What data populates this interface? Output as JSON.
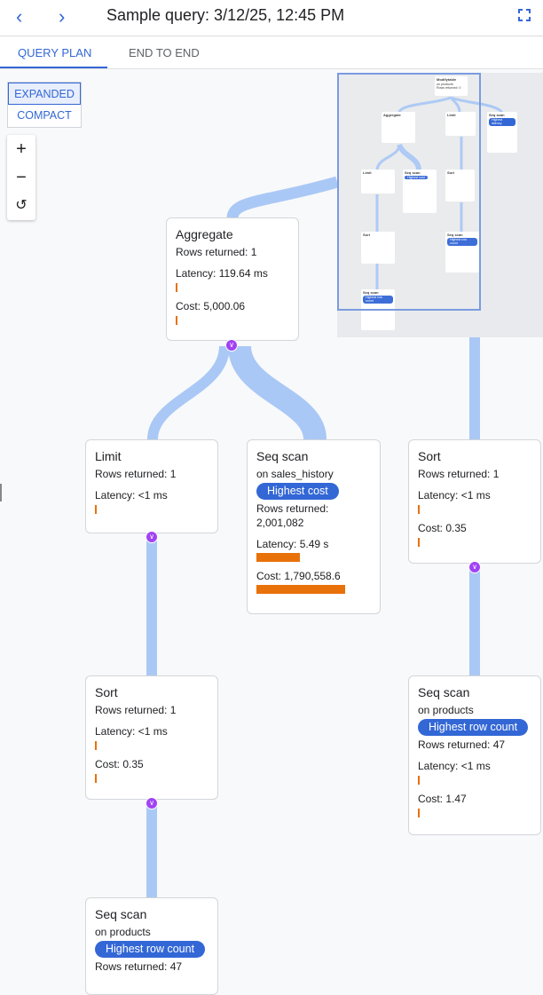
{
  "header": {
    "title": "Sample query: 3/12/25, 12:45 PM",
    "back_icon": "chevron-left-icon",
    "forward_icon": "chevron-right-icon",
    "fullscreen_icon": "fullscreen-icon"
  },
  "tabs": [
    {
      "label": "QUERY PLAN",
      "active": true
    },
    {
      "label": "END TO END",
      "active": false
    }
  ],
  "view_mode": {
    "options": [
      "EXPANDED",
      "COMPACT"
    ],
    "selected": "EXPANDED"
  },
  "zoom_controls": {
    "zoom_in": "+",
    "zoom_out": "−",
    "reset": "↺"
  },
  "colors": {
    "accent": "#3367d6",
    "edge": "#aac8f5",
    "metric_bar": "#e8710a",
    "expand_dot": "#a142f4"
  },
  "nodes": {
    "aggregate": {
      "title": "Aggregate",
      "rows": "Rows returned: 1",
      "latency": "Latency: 119.64 ms",
      "cost": "Cost: 5,000.06"
    },
    "limit": {
      "title": "Limit",
      "rows": "Rows returned: 1",
      "latency": "Latency: <1 ms"
    },
    "seq_sales": {
      "title": "Seq scan",
      "on": "on sales_history",
      "badge": "Highest cost",
      "rows_label": "Rows returned:",
      "rows_value": "2,001,082",
      "latency": "Latency: 5.49 s",
      "cost": "Cost: 1,790,558.6"
    },
    "sort_right": {
      "title": "Sort",
      "rows": "Rows returned: 1",
      "latency": "Latency: <1 ms",
      "cost": "Cost: 0.35"
    },
    "sort_left": {
      "title": "Sort",
      "rows": "Rows returned: 1",
      "latency": "Latency: <1 ms",
      "cost": "Cost: 0.35"
    },
    "seq_products_right": {
      "title": "Seq scan",
      "on": "on products",
      "badge": "Highest row count",
      "rows": "Rows returned: 47",
      "latency": "Latency: <1 ms",
      "cost": "Cost: 1.47"
    },
    "seq_products_bottom": {
      "title": "Seq scan",
      "on": "on products",
      "badge": "Highest row count",
      "rows": "Rows returned: 47"
    }
  },
  "minimap": {
    "modify": {
      "title": "Modifytable",
      "line1": "on products",
      "line2": "Rows returned: 0"
    },
    "aggregate": {
      "title": "Aggregate"
    },
    "limit1": {
      "title": "Limit"
    },
    "seq_top": {
      "title": "Seq scan",
      "badge": "Highest latency"
    },
    "limit2": {
      "title": "Limit"
    },
    "seq_sales": {
      "title": "Seq scan",
      "badge": "Highest cost"
    },
    "sort1": {
      "title": "Sort"
    },
    "sort2": {
      "title": "Sort"
    },
    "seq_p1": {
      "title": "Seq scan",
      "badge": "Highest row count"
    },
    "seq_p2": {
      "title": "Seq scan",
      "badge": "Highest row count"
    }
  }
}
